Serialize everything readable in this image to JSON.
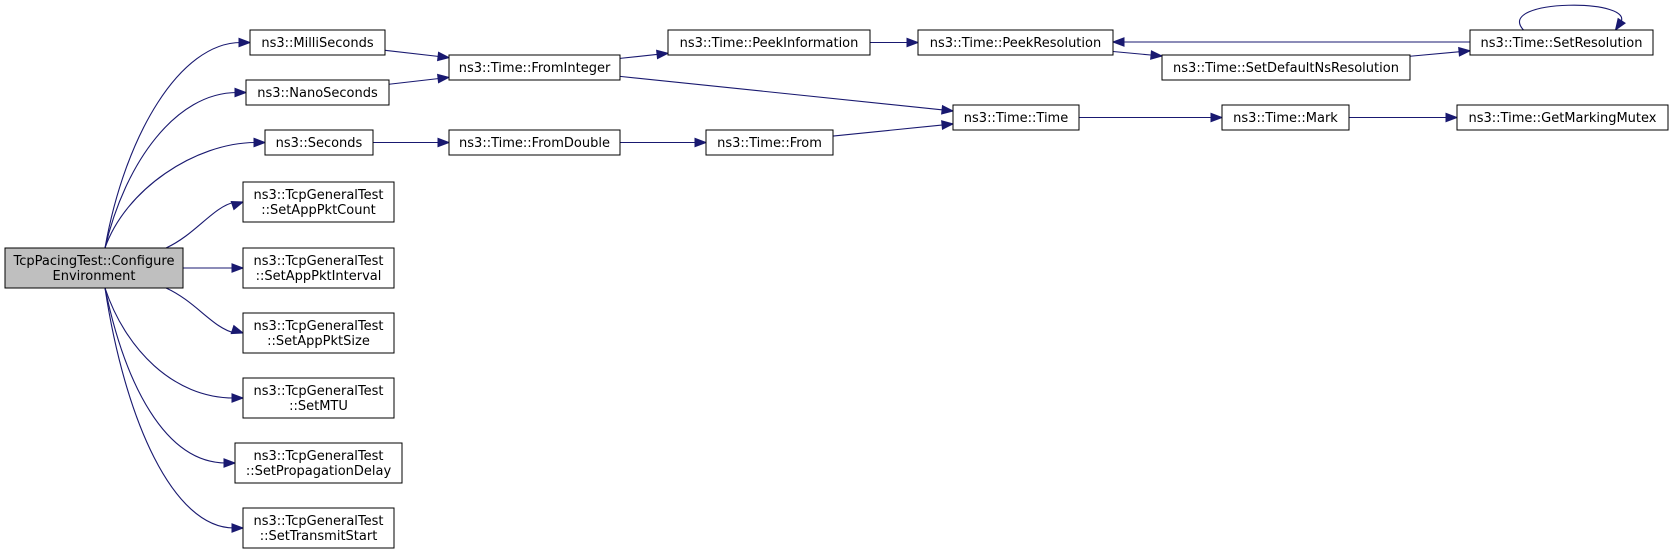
{
  "colors": {
    "edge": "#191970",
    "node_fill": "#ffffff",
    "root_fill": "#bfbfbf",
    "border": "#000000"
  },
  "nodes": [
    {
      "id": "root",
      "lines": [
        "TcpPacingTest::Configure",
        "Environment"
      ],
      "root": true
    },
    {
      "id": "milli",
      "lines": [
        "ns3::MilliSeconds"
      ]
    },
    {
      "id": "nano",
      "lines": [
        "ns3::NanoSeconds"
      ]
    },
    {
      "id": "seconds",
      "lines": [
        "ns3::Seconds"
      ]
    },
    {
      "id": "setcount",
      "lines": [
        "ns3::TcpGeneralTest",
        "::SetAppPktCount"
      ]
    },
    {
      "id": "setinterval",
      "lines": [
        "ns3::TcpGeneralTest",
        "::SetAppPktInterval"
      ]
    },
    {
      "id": "setsize",
      "lines": [
        "ns3::TcpGeneralTest",
        "::SetAppPktSize"
      ]
    },
    {
      "id": "setmtu",
      "lines": [
        "ns3::TcpGeneralTest",
        "::SetMTU"
      ]
    },
    {
      "id": "setprop",
      "lines": [
        "ns3::TcpGeneralTest",
        "::SetPropagationDelay"
      ]
    },
    {
      "id": "settx",
      "lines": [
        "ns3::TcpGeneralTest",
        "::SetTransmitStart"
      ]
    },
    {
      "id": "fromint",
      "lines": [
        "ns3::Time::FromInteger"
      ]
    },
    {
      "id": "fromdouble",
      "lines": [
        "ns3::Time::FromDouble"
      ]
    },
    {
      "id": "peekinfo",
      "lines": [
        "ns3::Time::PeekInformation"
      ]
    },
    {
      "id": "from",
      "lines": [
        "ns3::Time::From"
      ]
    },
    {
      "id": "peekres",
      "lines": [
        "ns3::Time::PeekResolution"
      ]
    },
    {
      "id": "time",
      "lines": [
        "ns3::Time::Time"
      ]
    },
    {
      "id": "setdefault",
      "lines": [
        "ns3::Time::SetDefaultNsResolution"
      ]
    },
    {
      "id": "mark",
      "lines": [
        "ns3::Time::Mark"
      ]
    },
    {
      "id": "setres",
      "lines": [
        "ns3::Time::SetResolution"
      ]
    },
    {
      "id": "getmutex",
      "lines": [
        "ns3::Time::GetMarkingMutex"
      ]
    }
  ],
  "edges": [
    {
      "from": "root",
      "to": "milli"
    },
    {
      "from": "root",
      "to": "nano"
    },
    {
      "from": "root",
      "to": "seconds"
    },
    {
      "from": "root",
      "to": "setcount"
    },
    {
      "from": "root",
      "to": "setinterval"
    },
    {
      "from": "root",
      "to": "setsize"
    },
    {
      "from": "root",
      "to": "setmtu"
    },
    {
      "from": "root",
      "to": "setprop"
    },
    {
      "from": "root",
      "to": "settx"
    },
    {
      "from": "milli",
      "to": "fromint"
    },
    {
      "from": "nano",
      "to": "fromint"
    },
    {
      "from": "seconds",
      "to": "fromdouble"
    },
    {
      "from": "fromint",
      "to": "peekinfo"
    },
    {
      "from": "fromint",
      "to": "time"
    },
    {
      "from": "fromdouble",
      "to": "from"
    },
    {
      "from": "from",
      "to": "time"
    },
    {
      "from": "peekinfo",
      "to": "peekres"
    },
    {
      "from": "peekres",
      "to": "setdefault"
    },
    {
      "from": "setdefault",
      "to": "setres"
    },
    {
      "from": "setres",
      "to": "peekres"
    },
    {
      "from": "setres",
      "to": "setres"
    },
    {
      "from": "time",
      "to": "mark"
    },
    {
      "from": "mark",
      "to": "getmutex"
    }
  ]
}
